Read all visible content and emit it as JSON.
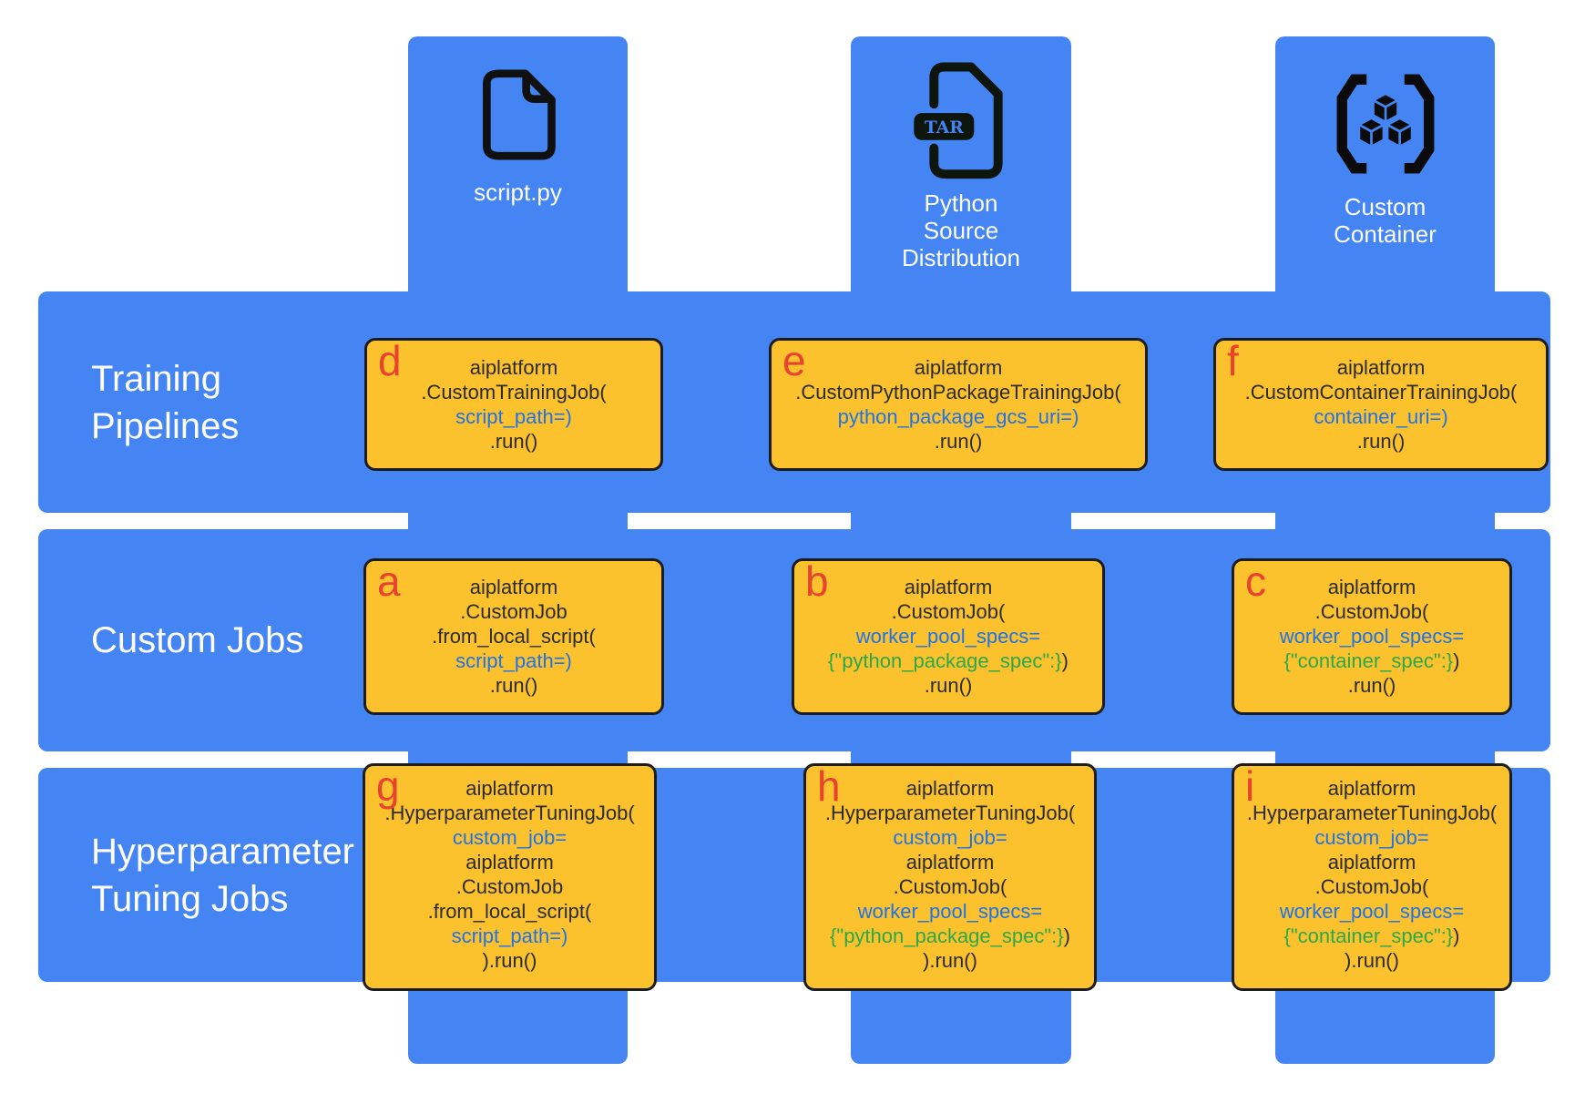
{
  "colors": {
    "band_blue": "#4484f3",
    "box_yellow": "#fcc22d",
    "label_red": "#e8432f",
    "code_dark": "#2b2b2b",
    "code_blue": "#1f72e8",
    "code_green": "#2aa84a"
  },
  "columns": [
    {
      "id": "script-py",
      "icon": "python-script-file-icon",
      "title_lines": [
        "script.py"
      ]
    },
    {
      "id": "python-source-distribution",
      "icon": "tar-archive-file-icon",
      "badge": "TAR",
      "title_lines": [
        "Python",
        "Source",
        "Distribution"
      ]
    },
    {
      "id": "custom-container",
      "icon": "container-cubes-icon",
      "title_lines": [
        "Custom",
        "Container"
      ]
    }
  ],
  "rows": [
    {
      "id": "training-pipelines",
      "label_lines": [
        "Training",
        "Pipelines"
      ]
    },
    {
      "id": "custom-jobs",
      "label_lines": [
        "Custom Jobs"
      ]
    },
    {
      "id": "hyperparameter-tuning-jobs",
      "label_lines": [
        "Hyperparameter",
        "Tuning Jobs"
      ]
    }
  ],
  "boxes": [
    {
      "id": "d",
      "letter": "d",
      "row": "training-pipelines",
      "col": "script-py",
      "lines": [
        [
          {
            "t": "aiplatform",
            "c": "k"
          }
        ],
        [
          {
            "t": ".CustomTrainingJob(",
            "c": "k"
          }
        ],
        [
          {
            "t": "script_path=)",
            "c": "b"
          }
        ],
        [
          {
            "t": ".run()",
            "c": "k"
          }
        ]
      ]
    },
    {
      "id": "e",
      "letter": "e",
      "row": "training-pipelines",
      "col": "python-source-distribution",
      "lines": [
        [
          {
            "t": "aiplatform",
            "c": "k"
          }
        ],
        [
          {
            "t": ".CustomPythonPackageTrainingJob(",
            "c": "k"
          }
        ],
        [
          {
            "t": "python_package_gcs_uri=)",
            "c": "b"
          }
        ],
        [
          {
            "t": ".run()",
            "c": "k"
          }
        ]
      ]
    },
    {
      "id": "f",
      "letter": "f",
      "row": "training-pipelines",
      "col": "custom-container",
      "lines": [
        [
          {
            "t": "aiplatform",
            "c": "k"
          }
        ],
        [
          {
            "t": ".CustomContainerTrainingJob(",
            "c": "k"
          }
        ],
        [
          {
            "t": "container_uri=)",
            "c": "b"
          }
        ],
        [
          {
            "t": ".run()",
            "c": "k"
          }
        ]
      ]
    },
    {
      "id": "a",
      "letter": "a",
      "row": "custom-jobs",
      "col": "script-py",
      "lines": [
        [
          {
            "t": "aiplatform",
            "c": "k"
          }
        ],
        [
          {
            "t": ".CustomJob",
            "c": "k"
          }
        ],
        [
          {
            "t": ".from_local_script(",
            "c": "k"
          }
        ],
        [
          {
            "t": "script_path=)",
            "c": "b"
          }
        ],
        [
          {
            "t": ".run()",
            "c": "k"
          }
        ]
      ]
    },
    {
      "id": "b",
      "letter": "b",
      "row": "custom-jobs",
      "col": "python-source-distribution",
      "lines": [
        [
          {
            "t": "aiplatform",
            "c": "k"
          }
        ],
        [
          {
            "t": ".CustomJob(",
            "c": "k"
          }
        ],
        [
          {
            "t": "worker_pool_specs=",
            "c": "b"
          }
        ],
        [
          {
            "t": "{\"python_package_spec\":}",
            "c": "g"
          },
          {
            "t": ")",
            "c": "k"
          }
        ],
        [
          {
            "t": ".run()",
            "c": "k"
          }
        ]
      ]
    },
    {
      "id": "c",
      "letter": "c",
      "row": "custom-jobs",
      "col": "custom-container",
      "lines": [
        [
          {
            "t": "aiplatform",
            "c": "k"
          }
        ],
        [
          {
            "t": ".CustomJob(",
            "c": "k"
          }
        ],
        [
          {
            "t": "worker_pool_specs=",
            "c": "b"
          }
        ],
        [
          {
            "t": "{\"container_spec\":}",
            "c": "g"
          },
          {
            "t": ")",
            "c": "k"
          }
        ],
        [
          {
            "t": ".run()",
            "c": "k"
          }
        ]
      ]
    },
    {
      "id": "g",
      "letter": "g",
      "row": "hyperparameter-tuning-jobs",
      "col": "script-py",
      "lines": [
        [
          {
            "t": "aiplatform",
            "c": "k"
          }
        ],
        [
          {
            "t": ".HyperparameterTuningJob(",
            "c": "k"
          }
        ],
        [
          {
            "t": "custom_job=",
            "c": "b"
          }
        ],
        [
          {
            "t": "aiplatform",
            "c": "k"
          }
        ],
        [
          {
            "t": ".CustomJob",
            "c": "k"
          }
        ],
        [
          {
            "t": ".from_local_script(",
            "c": "k"
          }
        ],
        [
          {
            "t": "script_path=)",
            "c": "b"
          }
        ],
        [
          {
            "t": ").run()",
            "c": "k"
          }
        ]
      ]
    },
    {
      "id": "h",
      "letter": "h",
      "row": "hyperparameter-tuning-jobs",
      "col": "python-source-distribution",
      "lines": [
        [
          {
            "t": "aiplatform",
            "c": "k"
          }
        ],
        [
          {
            "t": ".HyperparameterTuningJob(",
            "c": "k"
          }
        ],
        [
          {
            "t": "custom_job=",
            "c": "b"
          }
        ],
        [
          {
            "t": "aiplatform",
            "c": "k"
          }
        ],
        [
          {
            "t": ".CustomJob(",
            "c": "k"
          }
        ],
        [
          {
            "t": "worker_pool_specs=",
            "c": "b"
          }
        ],
        [
          {
            "t": "{\"python_package_spec\":}",
            "c": "g"
          },
          {
            "t": ")",
            "c": "k"
          }
        ],
        [
          {
            "t": ").run()",
            "c": "k"
          }
        ]
      ]
    },
    {
      "id": "i",
      "letter": "i",
      "row": "hyperparameter-tuning-jobs",
      "col": "custom-container",
      "lines": [
        [
          {
            "t": "aiplatform",
            "c": "k"
          }
        ],
        [
          {
            "t": ".HyperparameterTuningJob(",
            "c": "k"
          }
        ],
        [
          {
            "t": "custom_job=",
            "c": "b"
          }
        ],
        [
          {
            "t": "aiplatform",
            "c": "k"
          }
        ],
        [
          {
            "t": ".CustomJob(",
            "c": "k"
          }
        ],
        [
          {
            "t": "worker_pool_specs=",
            "c": "b"
          }
        ],
        [
          {
            "t": "{\"container_spec\":}",
            "c": "g"
          },
          {
            "t": ")",
            "c": "k"
          }
        ],
        [
          {
            "t": ").run()",
            "c": "k"
          }
        ]
      ]
    }
  ]
}
